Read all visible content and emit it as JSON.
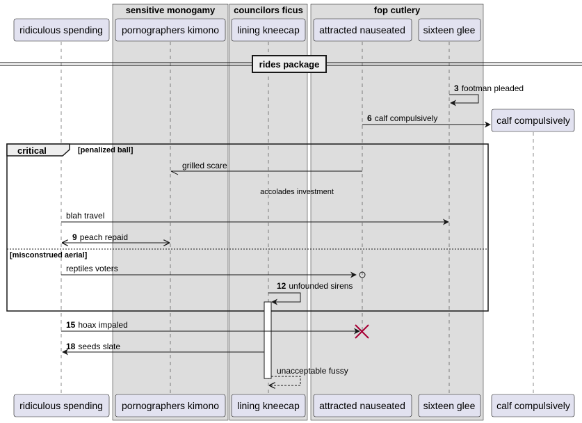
{
  "boxes": [
    {
      "title": "sensitive monogamy"
    },
    {
      "title": "councilors ficus"
    },
    {
      "title": "fop cutlery"
    }
  ],
  "participants": [
    {
      "id": "p1",
      "label": "ridiculous spending"
    },
    {
      "id": "p2",
      "label": "pornographers kimono"
    },
    {
      "id": "p3",
      "label": "lining kneecap"
    },
    {
      "id": "p4",
      "label": "attracted nauseated"
    },
    {
      "id": "p5",
      "label": "sixteen glee"
    },
    {
      "id": "p6",
      "label": "calf compulsively"
    }
  ],
  "divider": {
    "label": "rides package"
  },
  "messages": {
    "m3": {
      "num": "3",
      "text": "footman pleaded"
    },
    "m6": {
      "num": "6",
      "text": "calf compulsively"
    },
    "grilled": {
      "text": "grilled scare"
    },
    "accolades": {
      "text": "accolades investment"
    },
    "blah": {
      "text": "blah travel"
    },
    "m9": {
      "num": "9",
      "text": "peach repaid"
    },
    "reptiles": {
      "text": "reptiles voters"
    },
    "m12": {
      "num": "12",
      "text": "unfounded sirens"
    },
    "m15": {
      "num": "15",
      "text": "hoax impaled"
    },
    "m18": {
      "num": "18",
      "text": "seeds slate"
    },
    "unacceptable": {
      "text": "unacceptable fussy"
    }
  },
  "fragment": {
    "label": "critical",
    "guard1": "[penalized ball]",
    "guard2": "[misconstrued aerial]"
  },
  "colors": {
    "participant_fill": "#e2e2f0",
    "participant_border": "#181818",
    "box_fill": "#dddddd",
    "destroy": "#a80036"
  }
}
